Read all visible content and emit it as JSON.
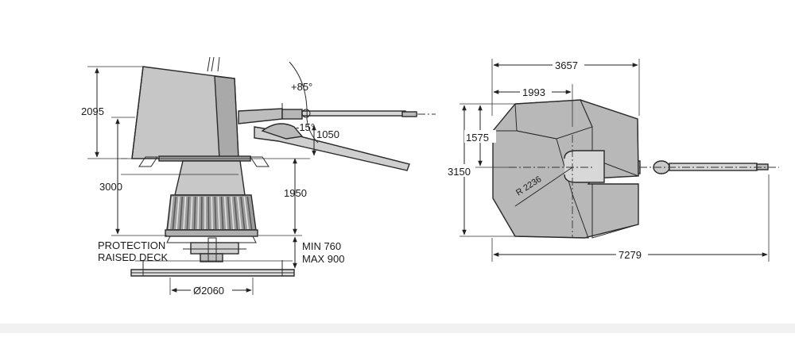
{
  "side_view": {
    "elevation_up": "+85°",
    "elevation_down": "-15°",
    "dim_2095": "2095",
    "dim_3000": "3000",
    "dim_1050": "1050",
    "dim_1950": "1950",
    "dim_diameter": "Ø2060",
    "protection_line1": "PROTECTION",
    "protection_line2": "RAISED DECK",
    "min_label": "MIN 760",
    "max_label": "MAX 900"
  },
  "top_view": {
    "dim_3657": "3657",
    "dim_1993": "1993",
    "dim_1575": "1575",
    "dim_3150": "3150",
    "dim_7279": "7279",
    "radius_label": "R 2236"
  },
  "colors": {
    "shell_light": "#c6c6c6",
    "shell_mid": "#a9a9a9",
    "shell_dark": "#8e8e8e",
    "line": "#222222"
  }
}
